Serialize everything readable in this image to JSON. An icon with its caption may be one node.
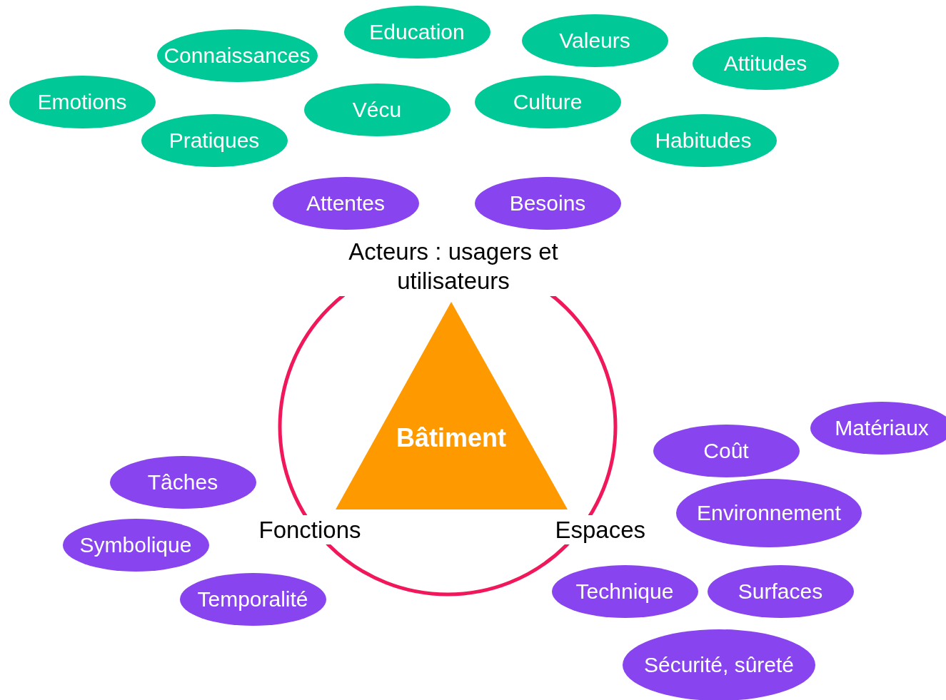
{
  "diagram": {
    "nodes": [
      {
        "text": [
          "Education"
        ]
      },
      {
        "text": [
          "Valeurs"
        ]
      },
      {
        "text": [
          "Connaissances"
        ]
      },
      {
        "text": [
          "Attitudes"
        ]
      },
      {
        "text": [
          "Emotions"
        ]
      },
      {
        "text": [
          "Culture"
        ]
      },
      {
        "text": [
          "Vécu"
        ]
      },
      {
        "text": [
          "Pratiques"
        ]
      },
      {
        "text": [
          "Habitudes"
        ]
      },
      {
        "text": [
          "Attentes"
        ]
      },
      {
        "text": [
          "Besoins"
        ]
      },
      {
        "text": [
          "Bâtiment"
        ]
      },
      {
        "text": [
          "Matériaux"
        ]
      },
      {
        "text": [
          "Coût"
        ]
      },
      {
        "text": [
          "Tâches"
        ]
      },
      {
        "text": [
          "Environnement"
        ]
      },
      {
        "text": [
          "Symbolique"
        ]
      },
      {
        "text": [
          "Technique"
        ]
      },
      {
        "text": [
          "Surfaces"
        ]
      },
      {
        "text": [
          "Temporalité"
        ]
      },
      {
        "text": [
          "Sécurité, sûreté"
        ]
      }
    ],
    "edges": [],
    "labels": [
      "Acteurs : usagers et utilisateurs",
      "Fonctions",
      "Espaces"
    ]
  }
}
